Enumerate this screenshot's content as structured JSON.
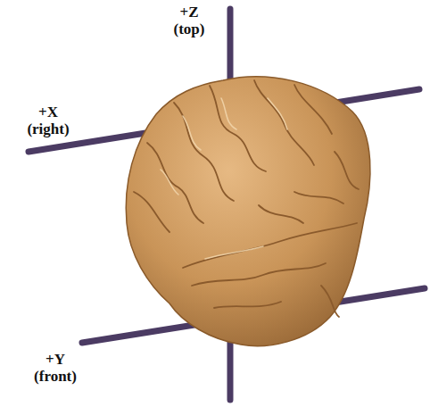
{
  "diagram": {
    "labels": [
      "+Z (top)",
      "+X (right)",
      "+Y (front)"
    ]
  }
}
